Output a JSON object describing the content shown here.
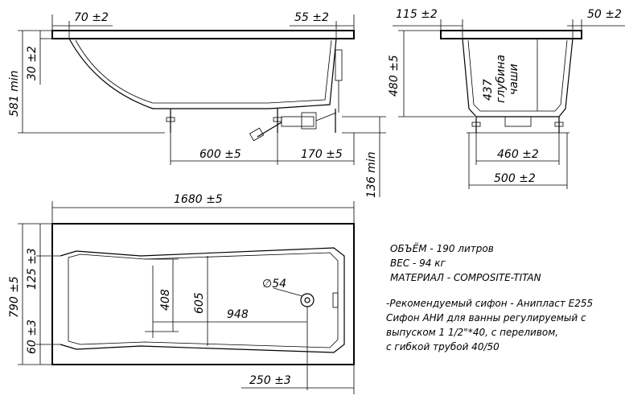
{
  "side_view": {
    "dim_top_left": "70 ±2",
    "dim_top_right": "55 ±2",
    "dim_height_left": "581 min",
    "dim_rim": "30 ±2",
    "dim_legs": "600 ±5",
    "dim_drain": "170 ±5",
    "dim_floor": "136 min"
  },
  "end_view": {
    "dim_top_left": "115 ±2",
    "dim_top_right": "50 ±2",
    "dim_height": "480 ±5",
    "depth_value": "437",
    "depth_label_1": "глубина",
    "depth_label_2": "чаши",
    "dim_inner_width": "460 ±2",
    "dim_outer_width": "500 ±2"
  },
  "plan_view": {
    "dim_length": "1680 ±5",
    "dim_width": "790 ±5",
    "dim_side_top": "125 ±3",
    "dim_side_bottom": "60 ±3",
    "dim_408": "408",
    "dim_605": "605",
    "dim_948": "948",
    "dim_drain_dia": "∅54",
    "dim_drain_offset": "250 ±3"
  },
  "specs": {
    "volume": "ОБЪЁМ - 190 литров",
    "weight": "ВЕС - 94 кг",
    "material": "МАТЕРИАЛ - COMPOSITE-TITAN",
    "siphon_1": "-Рекомендуемый сифон - Аниплaст E255",
    "siphon_2": "Сифон АНИ для ванны регулируемый с",
    "siphon_3": "выпуском 1 1/2\"*40, с переливом,",
    "siphon_4": "с гибкой трубой 40/50"
  }
}
